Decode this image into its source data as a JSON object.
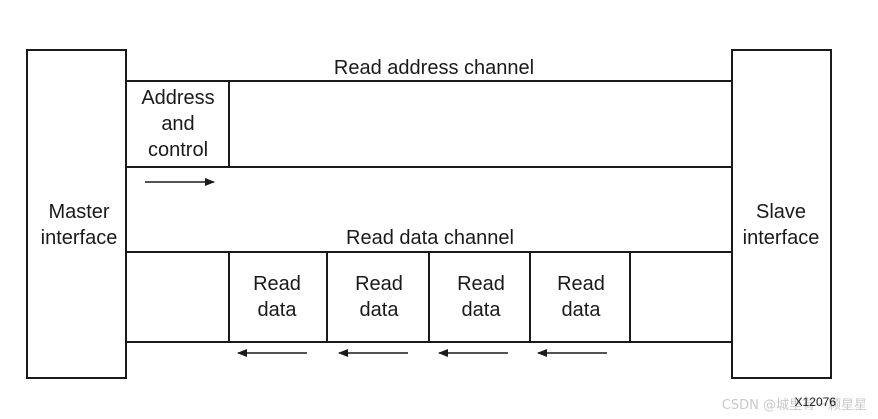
{
  "diagram": {
    "master_label": [
      "Master",
      "interface"
    ],
    "slave_label": [
      "Slave",
      "interface"
    ],
    "read_address_channel": {
      "title": "Read address channel",
      "packet_label": [
        "Address",
        "and",
        "control"
      ]
    },
    "read_data_channel": {
      "title": "Read data channel",
      "packets": [
        [
          "Read",
          "data"
        ],
        [
          "Read",
          "data"
        ],
        [
          "Read",
          "data"
        ],
        [
          "Read",
          "data"
        ]
      ]
    },
    "figure_id": "X12076"
  },
  "watermark": "CSDN @城里有一颗星星",
  "colors": {
    "stroke": "#1a1a1a",
    "background": "#ffffff",
    "watermark": "#c9c9c9"
  }
}
